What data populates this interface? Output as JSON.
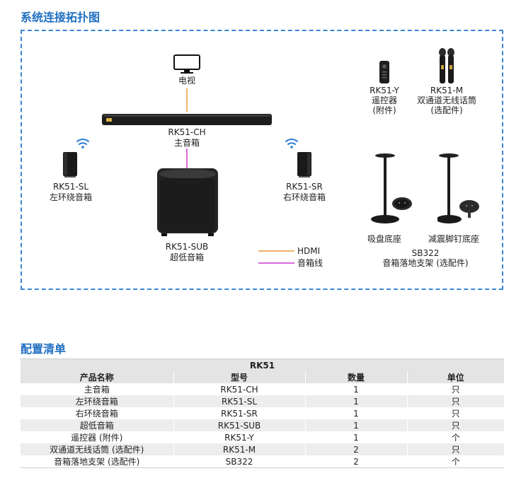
{
  "topology": {
    "title": "系统连接拓扑图",
    "tv": {
      "label": "电视"
    },
    "main": {
      "model": "RK51-CH",
      "name": "主音箱"
    },
    "sl": {
      "model": "RK51-SL",
      "name": "左环绕音箱"
    },
    "sr": {
      "model": "RK51-SR",
      "name": "右环绕音箱"
    },
    "sub": {
      "model": "RK51-SUB",
      "name": "超低音箱"
    },
    "remote": {
      "model": "RK51-Y",
      "name": "遥控器",
      "note": "(附件)"
    },
    "mic": {
      "model": "RK51-M",
      "name": "双通道无线话筒",
      "note": "(选配件)"
    },
    "stand": {
      "base1": "吸盘底座",
      "base2": "减震脚钉底座",
      "model": "SB322",
      "name": "音箱落地支架 (选配件)"
    },
    "legend": {
      "hdmi": "HDMI",
      "speaker": "音箱线"
    },
    "colors": {
      "hdmi": "#f0953a",
      "speaker": "#c83cc8",
      "accent": "#1f6fc1",
      "wifi": "#2a7fd4"
    }
  },
  "config": {
    "title": "配置清单",
    "band": "RK51",
    "headers": [
      "产品名称",
      "型号",
      "数量",
      "单位"
    ],
    "rows": [
      [
        "主音箱",
        "RK51-CH",
        "1",
        "只"
      ],
      [
        "左环绕音箱",
        "RK51-SL",
        "1",
        "只"
      ],
      [
        "右环绕音箱",
        "RK51-SR",
        "1",
        "只"
      ],
      [
        "超低音箱",
        "RK51-SUB",
        "1",
        "只"
      ],
      [
        "遥控器 (附件)",
        "RK51-Y",
        "1",
        "个"
      ],
      [
        "双通道无线话筒 (选配件)",
        "RK51-M",
        "2",
        "只"
      ],
      [
        "音箱落地支架 (选配件)",
        "SB322",
        "2",
        "个"
      ]
    ]
  }
}
